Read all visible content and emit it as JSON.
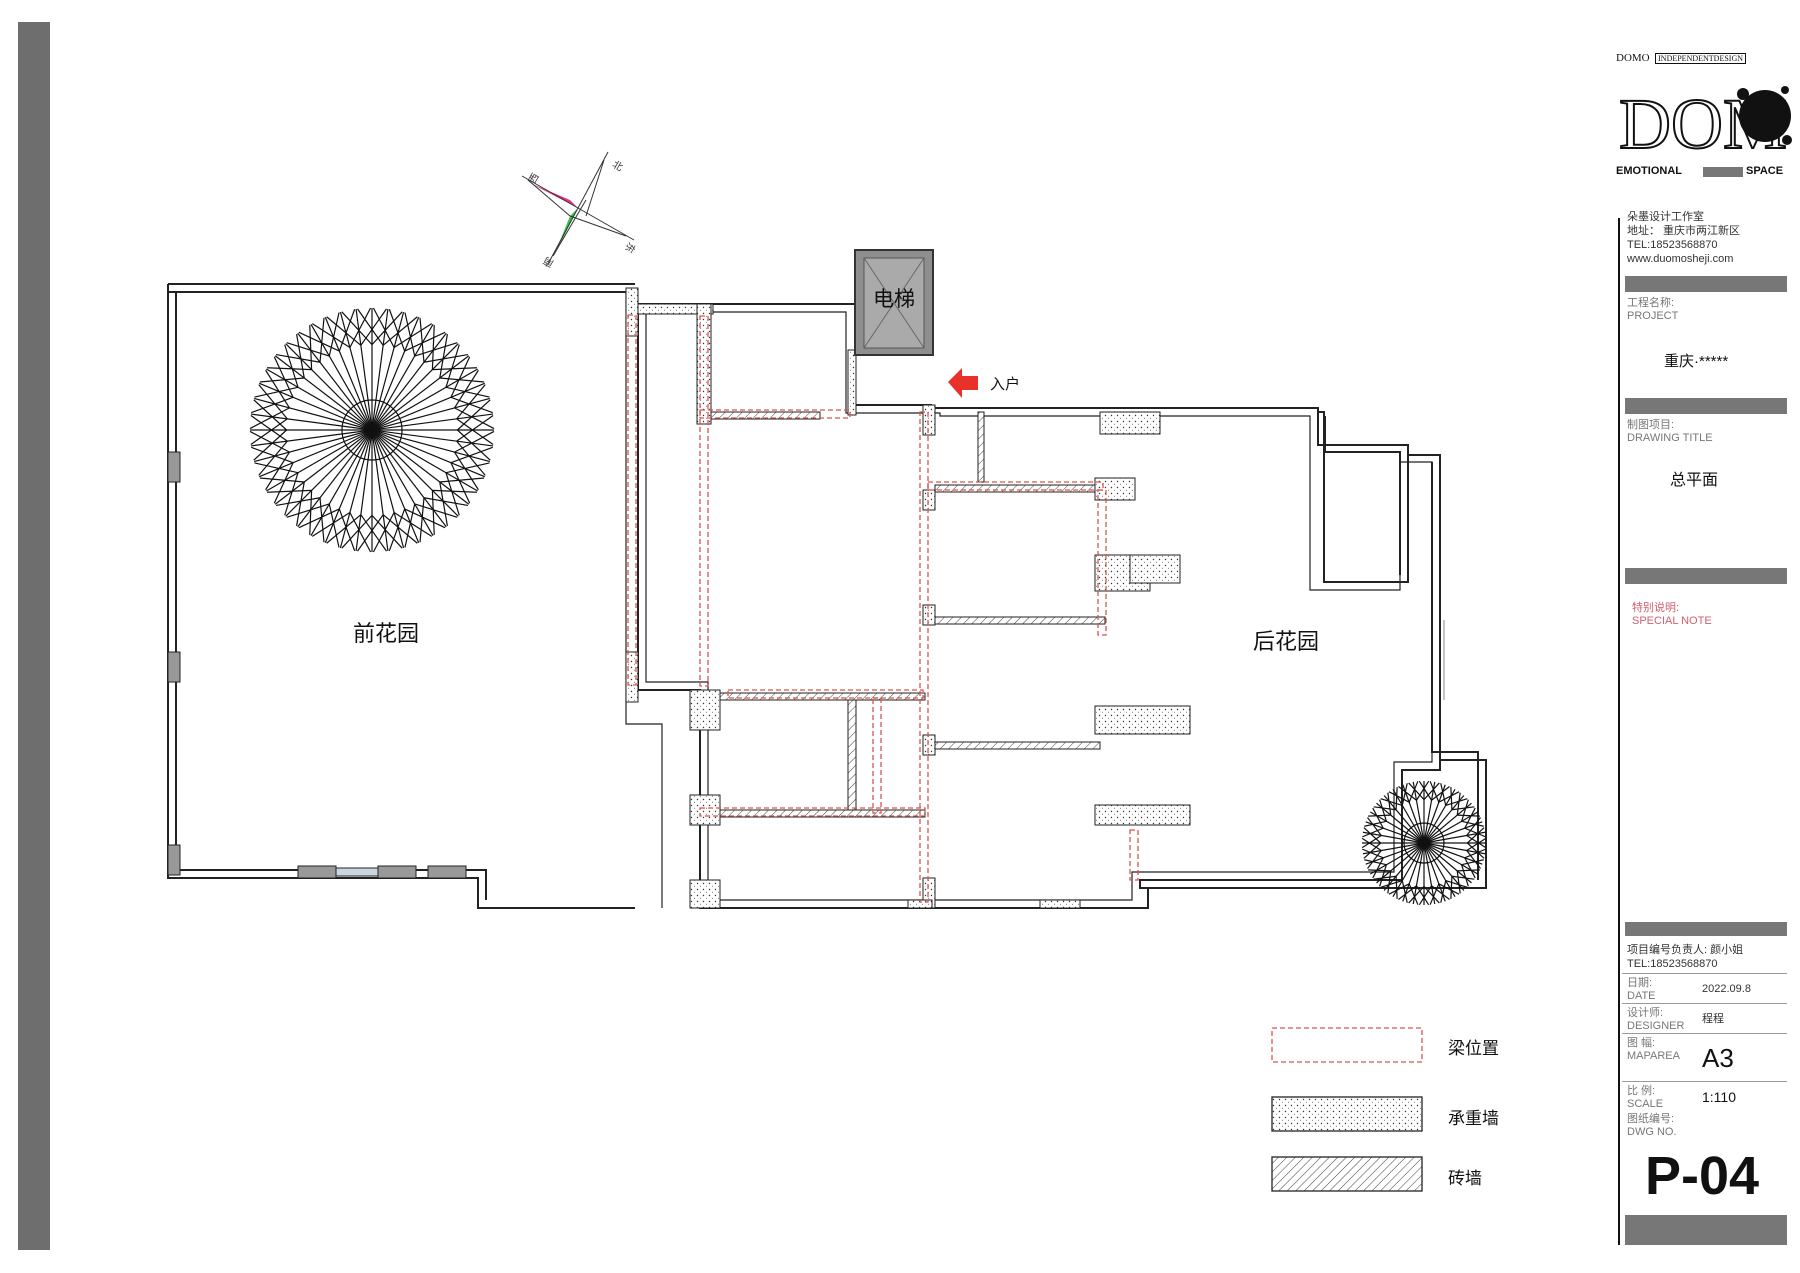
{
  "rooms": {
    "front_garden": "前花园",
    "back_garden": "后花园",
    "elevator": "电梯",
    "entry": "入户"
  },
  "compass": {
    "n": "北",
    "s": "南",
    "e": "东",
    "w": "西"
  },
  "legend": [
    {
      "label": "梁位置",
      "pattern": "beam"
    },
    {
      "label": "承重墙",
      "pattern": "bearing-wall"
    },
    {
      "label": "砖墙",
      "pattern": "brick-wall"
    }
  ],
  "colors": {
    "beam": "#d9534f",
    "entry_arrow": "#e8312a",
    "compass_magenta": "#e0338e",
    "compass_green": "#37c24a",
    "bar": "#6e6e6e"
  },
  "logo": {
    "brand": "DOMO",
    "tag": "INDEPENDENTDESIGN",
    "band_left": "EMOTIONAL",
    "band_right": "SPACE"
  },
  "studio": {
    "name": "朵墨设计工作室",
    "address": "地址：  重庆市两江新区",
    "tel": "TEL:18523568870",
    "web": "www.duomosheji.com"
  },
  "project": {
    "label_cn": "工程名称:",
    "label_en": "PROJECT",
    "value": "重庆·*****"
  },
  "drawing": {
    "label_cn": "制图项目:",
    "label_en": "DRAWING TITLE",
    "value": "总平面"
  },
  "note": {
    "label_cn": "特别说明:",
    "label_en": "SPECIAL NOTE"
  },
  "meta": {
    "manager": "项目编号负责人:   颜小姐",
    "manager_tel": "TEL:18523568870",
    "date_cn": "日期:",
    "date_en": "DATE",
    "date": "2022.09.8",
    "designer_cn": "设计师:",
    "designer_en": "DESIGNER",
    "designer": "程程",
    "size_cn": "图   幅:",
    "size_en": "MAPAREA",
    "size": "A3",
    "scale_cn": "比   例:",
    "scale_en": "SCALE",
    "scale": "1:110",
    "dwg_cn": "图纸编号:",
    "dwg_en": "DWG NO.",
    "dwg": "P-04"
  }
}
